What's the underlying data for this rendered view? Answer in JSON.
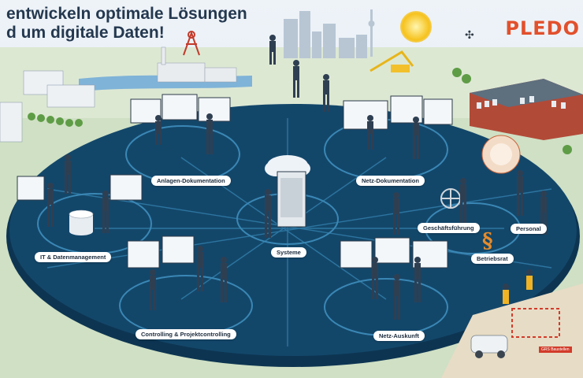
{
  "headline": {
    "line1": "entwickeln optimale Lösungen",
    "line2_prefix": "d um ",
    "line2_highlight": "digitale Daten!"
  },
  "logo": "PLEDO",
  "labels": {
    "anlagen": "Anlagen-Dokumentation",
    "netz_doku": "Netz-Dokumentation",
    "it": "IT & Datenmanagement",
    "systeme": "Systeme",
    "geschaeft": "Geschäftsführung",
    "personal": "Personal",
    "betriebsrat": "Betriebsrat",
    "controlling": "Controlling & Projektcontrolling",
    "netz_auskunft": "Netz-Auskunft"
  },
  "badge_text": "GRS Baustellen",
  "colors": {
    "platform": "#13476a",
    "platform_ring": "#0d3552",
    "ring_line": "#2f7aa6",
    "accent": "#e2502c",
    "section": "#e58b2b"
  },
  "icons": {
    "sun": "sun-icon",
    "drone": "drone-icon",
    "cloud": "cloud-server-icon",
    "paragraph": "paragraph-icon"
  }
}
